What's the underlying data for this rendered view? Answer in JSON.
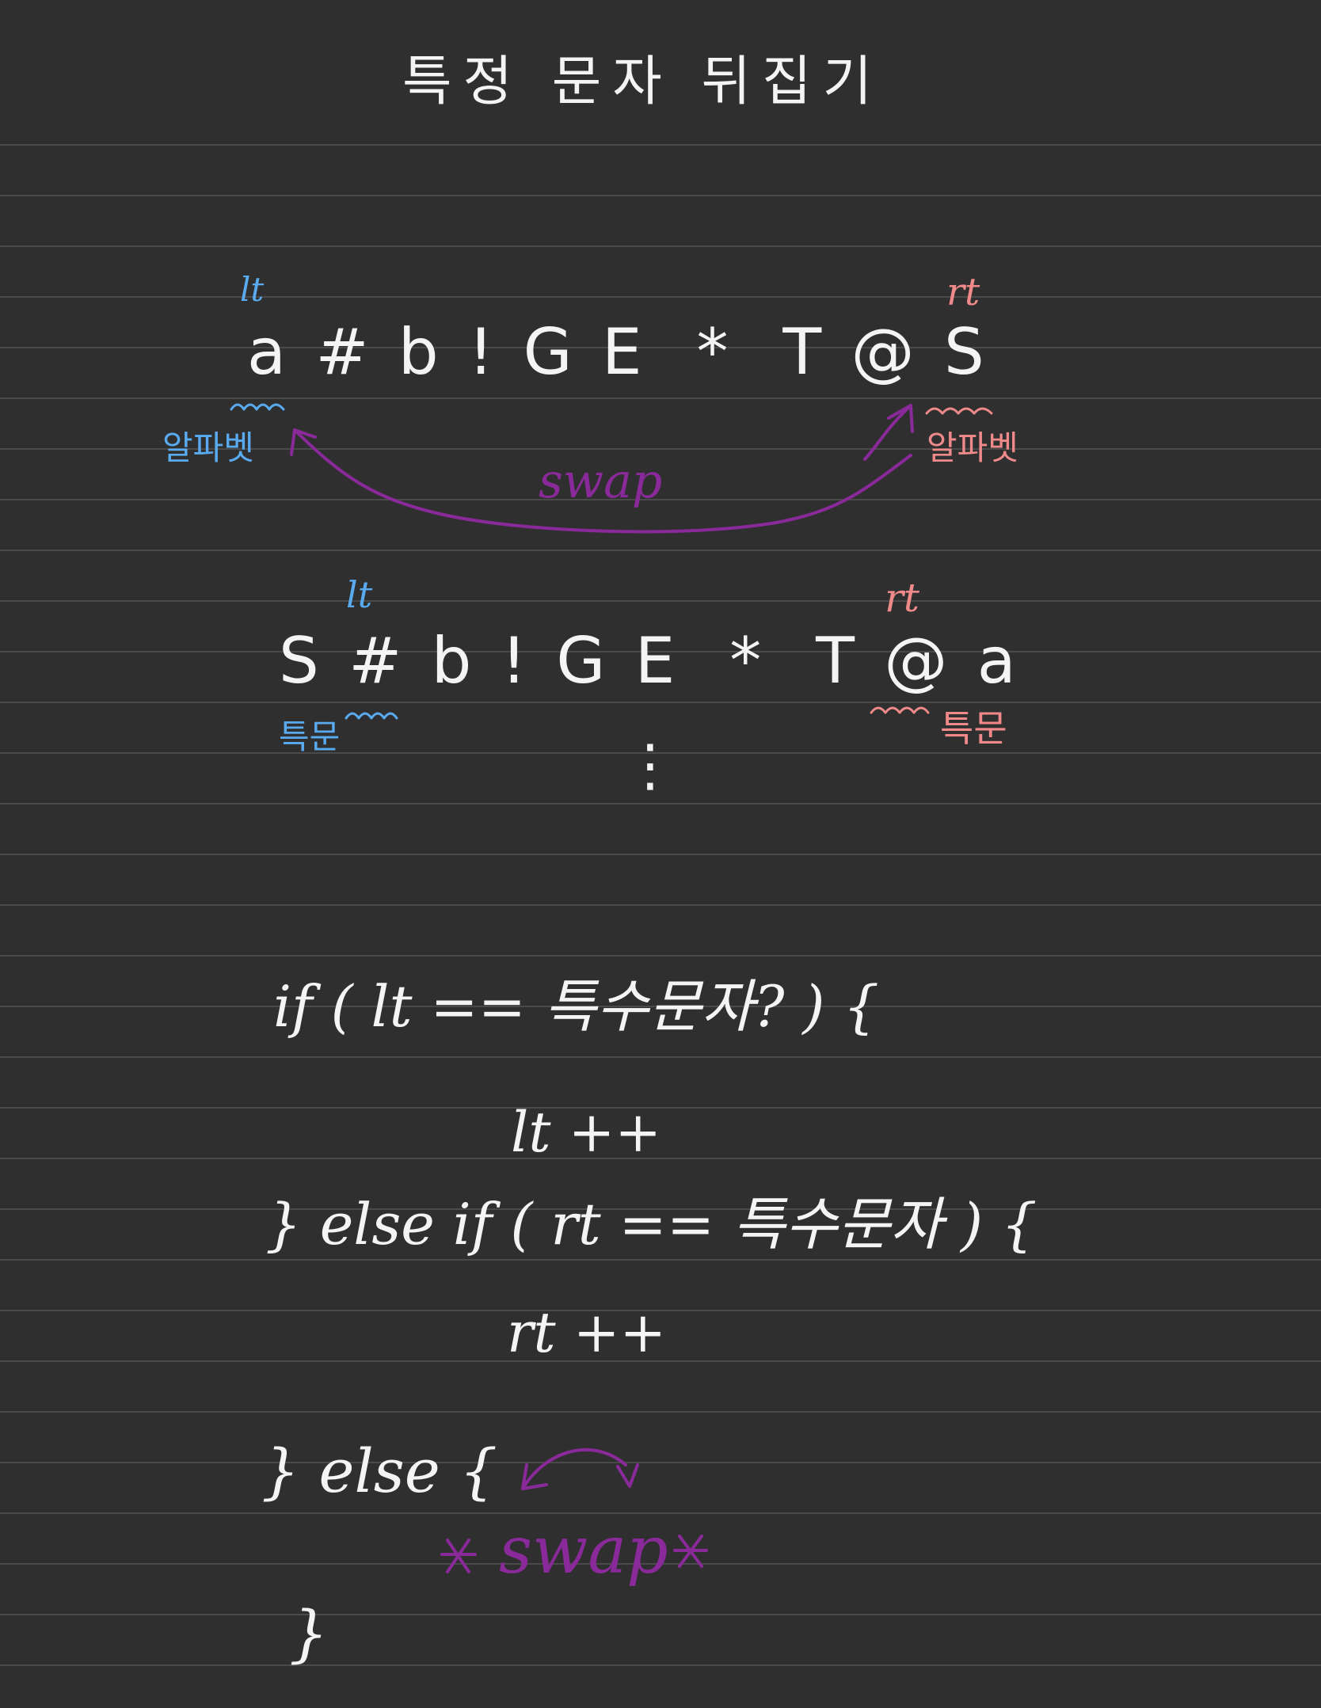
{
  "title": "특정 문자 뒤집기",
  "example1": {
    "lt": "lt",
    "rt": "rt",
    "string": "a # b ! G E  *  T @ S",
    "left_note": "알파벳",
    "right_note": "알파벳",
    "swap": "swap"
  },
  "example2": {
    "lt": "lt",
    "rt": "rt",
    "string": "S # b ! G E  *  T @ a",
    "left_note": "특문",
    "right_note": "특문",
    "ellipsis": "⋮"
  },
  "code": {
    "line1": "if ( lt == 특수문자? ) {",
    "line2": "lt ++",
    "line3": "} else if ( rt == 특수문자 ) {",
    "line4": "rt ++",
    "line5": "} else {",
    "line6": "swap",
    "line7": "}"
  },
  "colors": {
    "background": "#2f2f2f",
    "ink_white": "#f4f4f4",
    "ink_blue": "#5aaaf0",
    "ink_pink": "#f08a8a",
    "ink_purple": "#8a2a9a",
    "rule_line": "#4a4a4a"
  }
}
